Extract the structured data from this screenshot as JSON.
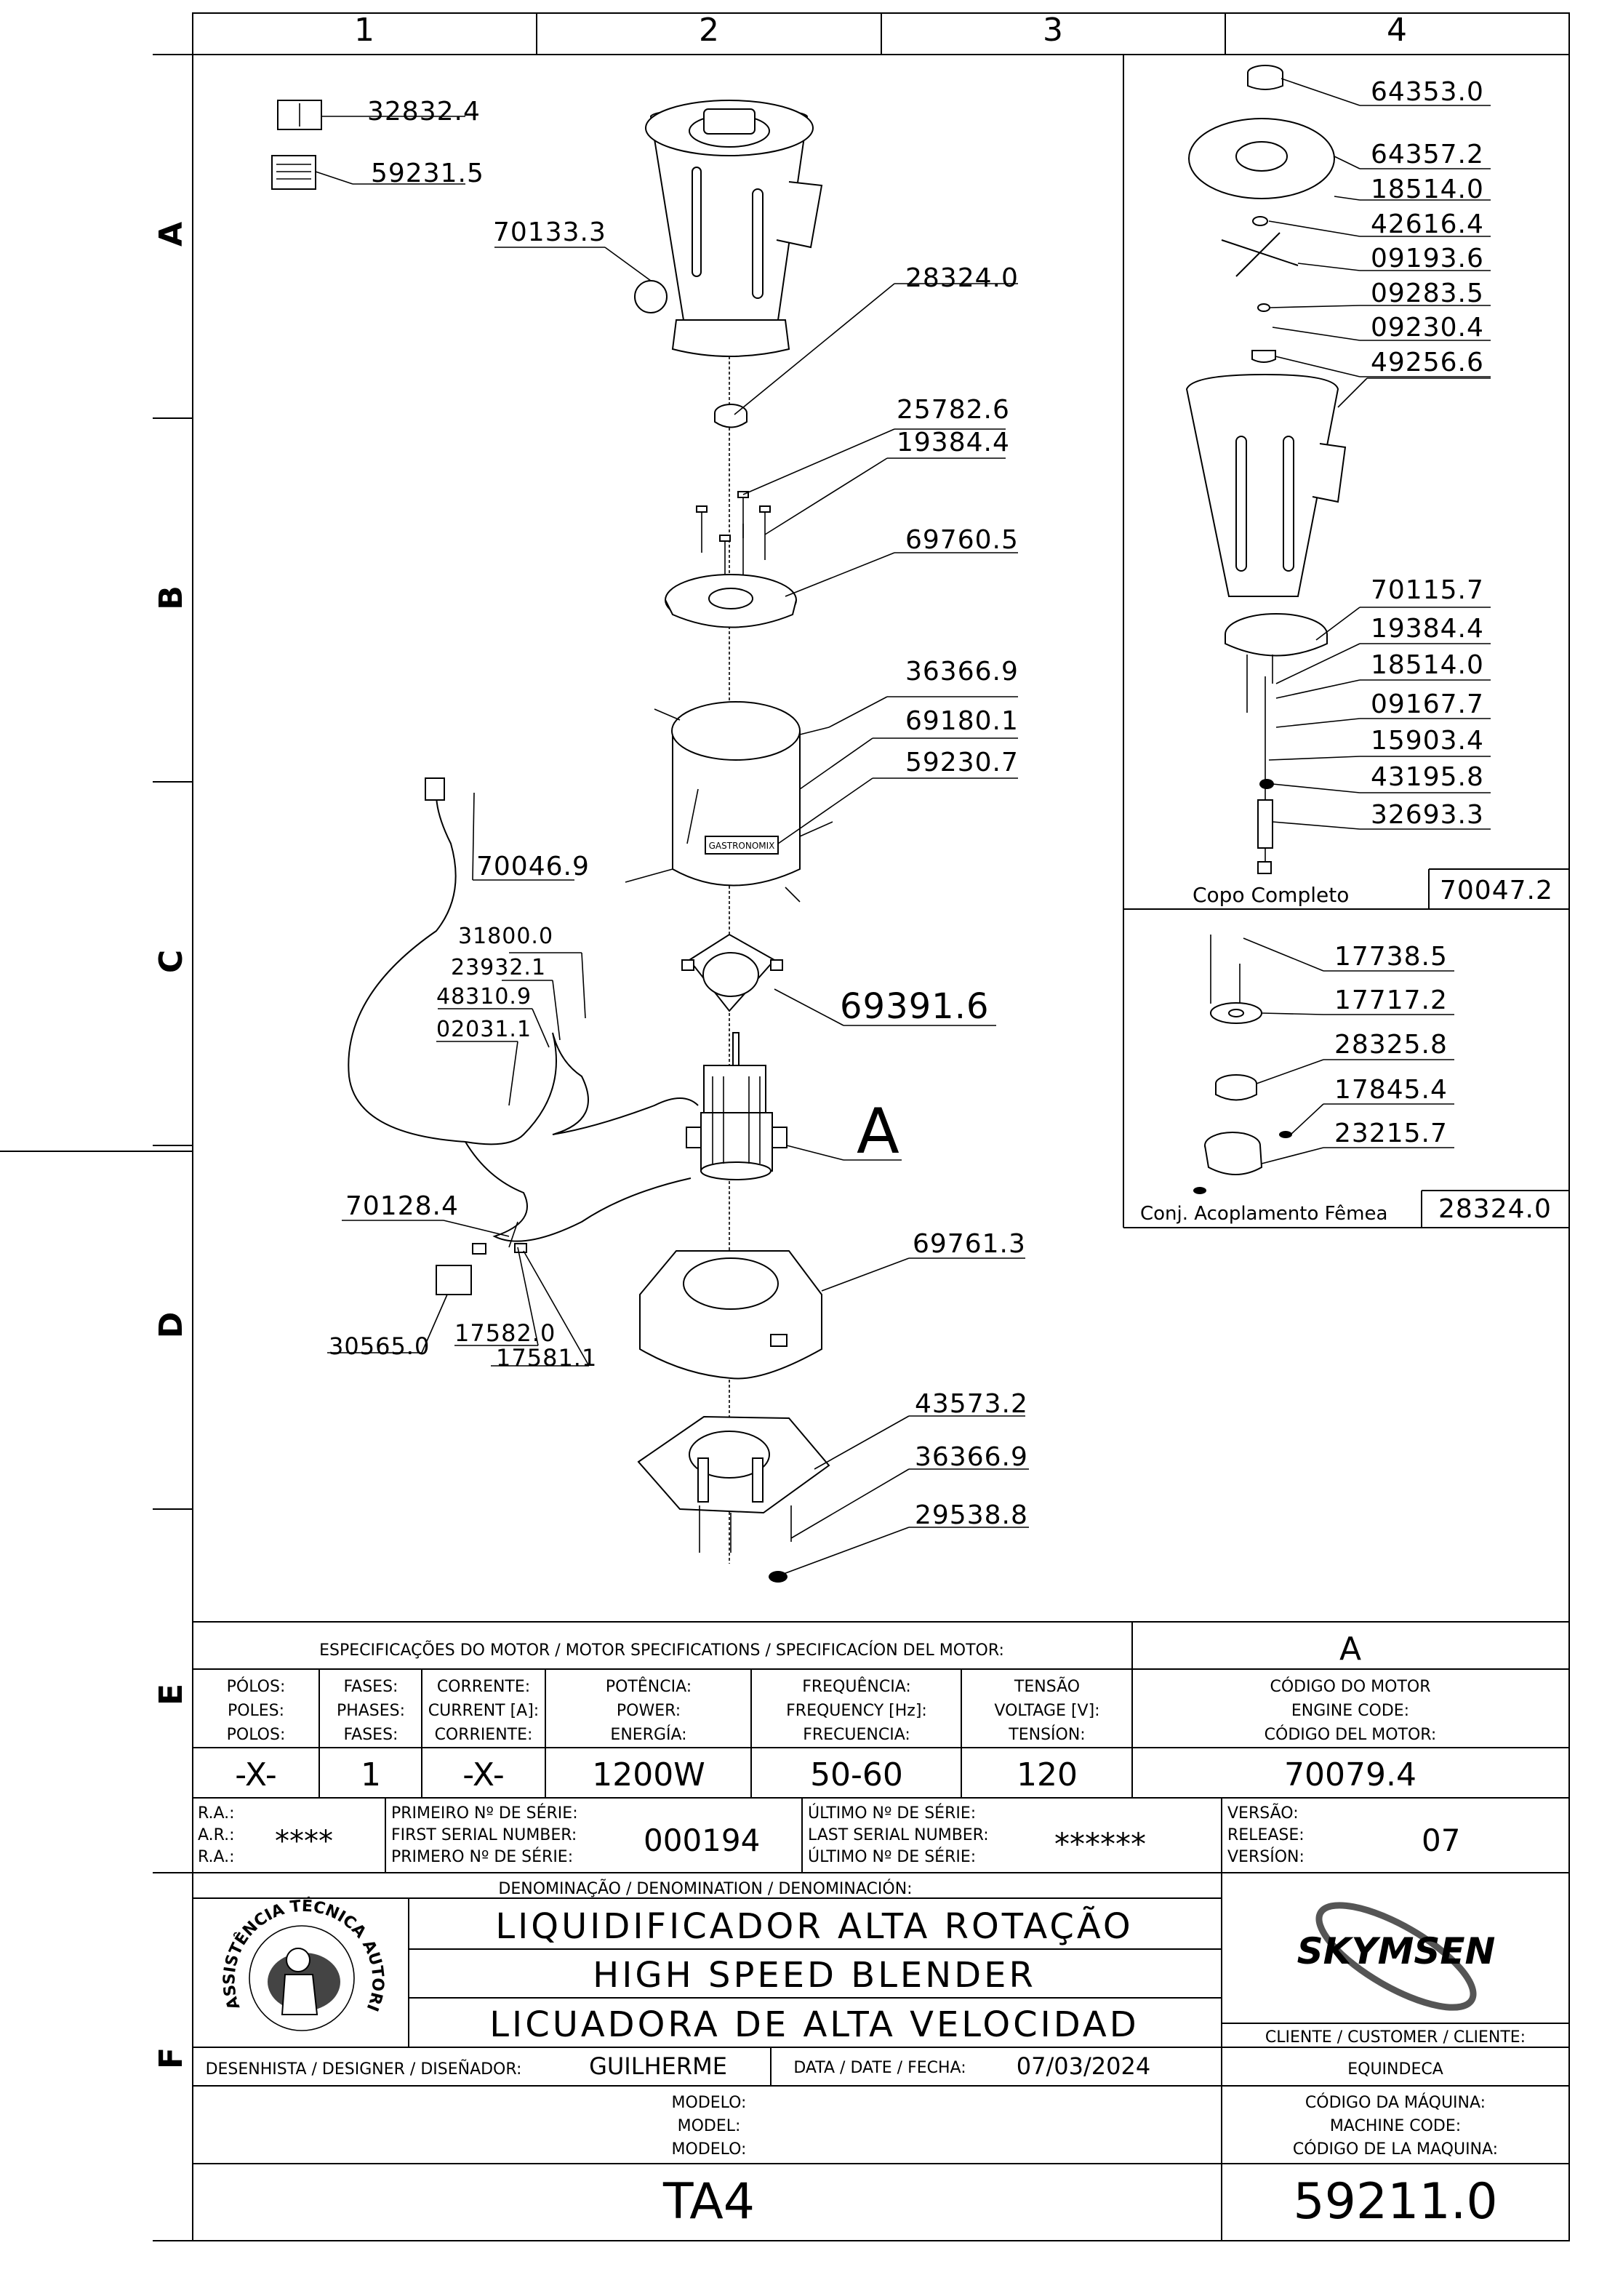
{
  "grid": {
    "columns": [
      "1",
      "2",
      "3",
      "4"
    ],
    "rows": [
      "A",
      "B",
      "C",
      "D",
      "E",
      "F"
    ]
  },
  "parts_main": {
    "p32832": "32832.4",
    "p59231": "59231.5",
    "p70133": "70133.3",
    "p28324": "28324.0",
    "p25782": "25782.6",
    "p19384": "19384.4",
    "p69760": "69760.5",
    "p36366a": "36366.9",
    "p69180": "69180.1",
    "p59230": "59230.7",
    "p70046": "70046.9",
    "p31800": "31800.0",
    "p23932": "23932.1",
    "p48310": "48310.9",
    "p02031": "02031.1",
    "p69391": "69391.6",
    "motor_ref": "A",
    "p70128": "70128.4",
    "p69761": "69761.3",
    "p30565": "30565.0",
    "p17582": "17582.0",
    "p17581": "17581.1",
    "p43573": "43573.2",
    "p36366b": "36366.9",
    "p29538": "29538.8",
    "decal_text": "GASTRONOMIX"
  },
  "copo": {
    "parts": [
      "64353.0",
      "64357.2",
      "18514.0",
      "42616.4",
      "09193.6",
      "09283.5",
      "09230.4",
      "49256.6",
      "70115.7",
      "19384.4",
      "18514.0",
      "09167.7",
      "15903.4",
      "43195.8",
      "32693.3"
    ],
    "title": "Copo  Completo",
    "code": "70047.2"
  },
  "acoplamento": {
    "parts": [
      "17738.5",
      "17717.2",
      "28325.8",
      "17845.4",
      "23215.7"
    ],
    "title": "Conj.  Acoplamento  Fêmea",
    "code": "28324.0"
  },
  "motor_specs": {
    "title": "ESPECIFICAÇÕES DO MOTOR / MOTOR SPECIFICATIONS / SPECIFICACÍON DEL MOTOR:",
    "ref": "A",
    "headers": [
      [
        "PÓLOS:",
        "POLES:",
        "POLOS:"
      ],
      [
        "FASES:",
        "PHASES:",
        "FASES:"
      ],
      [
        "CORRENTE:",
        "CURRENT [A]:",
        "CORRIENTE:"
      ],
      [
        "POTÊNCIA:",
        "POWER:",
        "ENERGÍA:"
      ],
      [
        "FREQUÊNCIA:",
        "FREQUENCY [Hz]:",
        "FRECUENCIA:"
      ],
      [
        "TENSÃO",
        "VOLTAGE [V]:",
        "TENSÍON:"
      ],
      [
        "CÓDIGO DO MOTOR",
        "ENGINE CODE:",
        "CÓDIGO DEL MOTOR:"
      ]
    ],
    "values": [
      "-X-",
      "1",
      "-X-",
      "1200W",
      "50-60",
      "120",
      "70079.4"
    ]
  },
  "serial": {
    "ra": [
      "R.A.:",
      "A.R.:",
      "R.A.:"
    ],
    "ra_value": "****",
    "first_labels": [
      "PRIMEIRO Nº DE SÉRIE:",
      "FIRST SERIAL NUMBER:",
      "PRIMERO Nº DE SÉRIE:"
    ],
    "first_value": "000194",
    "last_labels": [
      "ÚLTIMO Nº DE SÉRIE:",
      "LAST SERIAL NUMBER:",
      "ÚLTIMO Nº DE SÉRIE:"
    ],
    "last_value": "******",
    "version_labels": [
      "VERSÃO:",
      "RELEASE:",
      "VERSÍON:"
    ],
    "version_value": "07"
  },
  "title_block": {
    "denomination_label": "DENOMINAÇÃO / DENOMINATION / DENOMINACIÓN:",
    "name_pt": "LIQUIDIFICADOR ALTA ROTAÇÃO",
    "name_en": "HIGH SPEED  BLENDER",
    "name_es": "LICUADORA DE ALTA VELOCIDAD",
    "stamp_text": "ASSISTÊNCIA TÉCNICA AUTORIZADA",
    "brand": "SKYMSEN",
    "customer_label": "CLIENTE / CUSTOMER / CLIENTE:",
    "customer": "EQUINDECA",
    "designer_label": "DESENHISTA / DESIGNER / DISEÑADOR:",
    "designer": "GUILHERME",
    "date_label": "DATA / DATE / FECHA:",
    "date": "07/03/2024",
    "model_labels": [
      "MODELO:",
      "MODEL:",
      "MODELO:"
    ],
    "machine_code_labels": [
      "CÓDIGO DA MÁQUINA:",
      "MACHINE CODE:",
      "CÓDIGO DE LA MAQUINA:"
    ],
    "model": "TA4",
    "machine_code": "59211.0"
  }
}
